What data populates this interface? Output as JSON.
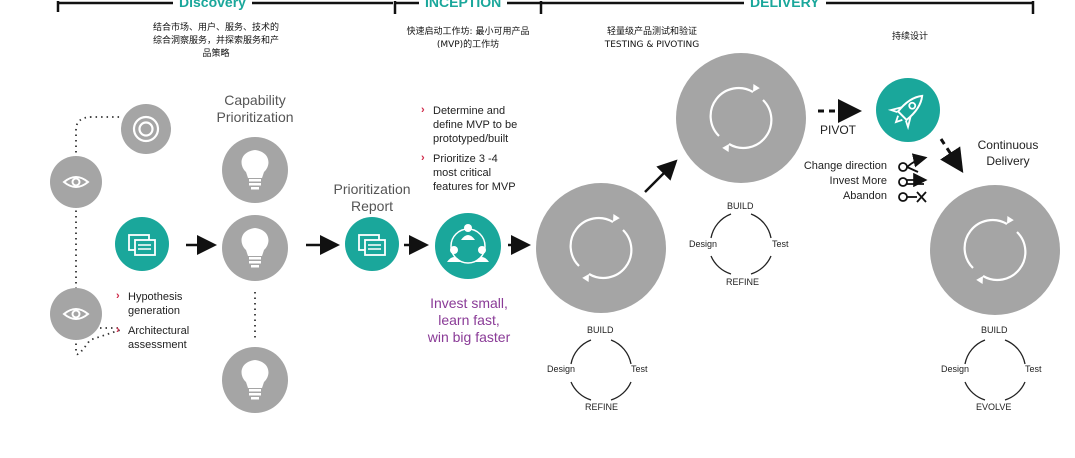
{
  "phases": {
    "discovery": "Discovery",
    "inception": "INCEPTION",
    "delivery": "DELIVERY"
  },
  "descriptions": {
    "discovery": [
      "结合市场、用户、服务、技术的",
      "综合洞察服务，并探索服务和产",
      "品策略"
    ],
    "inception": [
      "快速启动工作坊: 最小可用产品",
      "(MVP)的工作坊"
    ],
    "delivery": [
      "轻量级产品测试和验证",
      "TESTING & PIVOTING"
    ],
    "continuous": "持续设计"
  },
  "discovery": {
    "bullets": [
      [
        "Hypothesis",
        "generation"
      ],
      [
        "Architectural",
        "assessment"
      ]
    ],
    "capability_title": [
      "Capability",
      "Prioritization"
    ],
    "report_title": [
      "Prioritization",
      "Report"
    ]
  },
  "inception": {
    "bullets": [
      [
        "Determine and",
        "define MVP to be",
        "prototyped/built"
      ],
      [
        "Prioritize 3 -4",
        "most critical",
        "features for MVP"
      ]
    ],
    "slogan": [
      "Invest small,",
      "learn fast,",
      "win big faster"
    ]
  },
  "cycles": [
    {
      "top": "BUILD",
      "left": "Design",
      "right": "Test",
      "bottom": "REFINE"
    },
    {
      "top": "BUILD",
      "left": "Design",
      "right": "Test",
      "bottom": "REFINE"
    },
    {
      "top": "BUILD",
      "left": "Design",
      "right": "Test",
      "bottom": "EVOLVE"
    }
  ],
  "pivot": {
    "label": "PIVOT",
    "options": [
      "Change direction",
      "Invest More",
      "Abandon"
    ]
  },
  "continuous_delivery": [
    "Continuous",
    "Delivery"
  ],
  "colors": {
    "teal": "#1aa79b",
    "grey": "#a5a5a5",
    "purple": "#8a3b97",
    "bullet": "#d02a4a"
  },
  "icons": [
    "eye-icon",
    "target-icon",
    "report-icon",
    "lightbulb-icon",
    "team-icon",
    "refresh-cycle-icon",
    "rocket-icon",
    "branch-icon"
  ]
}
